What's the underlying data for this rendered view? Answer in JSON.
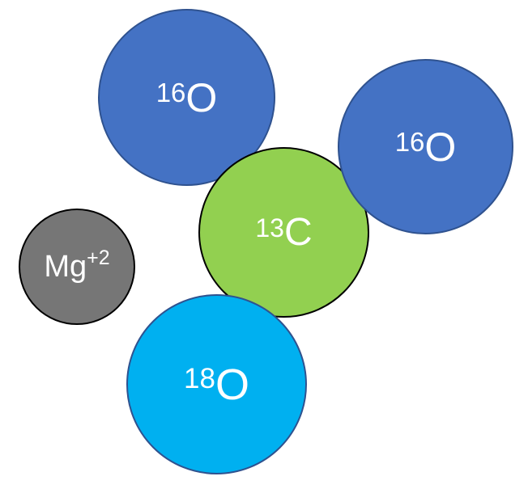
{
  "colors": {
    "oxygen16_fill": "#4472c4",
    "oxygen16_border": "#2f528f",
    "carbon13_fill": "#92d050",
    "carbon13_border": "#000000",
    "oxygen18_fill": "#00b0f0",
    "oxygen18_border": "#2f528f",
    "magnesium_fill": "#767676",
    "magnesium_border": "#000000",
    "label_text": "#ffffff"
  },
  "atoms": [
    {
      "mass": "16",
      "symbol": "O"
    },
    {
      "mass": "13",
      "symbol": "C"
    },
    {
      "mass": "16",
      "symbol": "O"
    },
    {
      "symbol": "Mg",
      "charge": "+2"
    },
    {
      "mass": "18",
      "symbol": "O"
    }
  ]
}
